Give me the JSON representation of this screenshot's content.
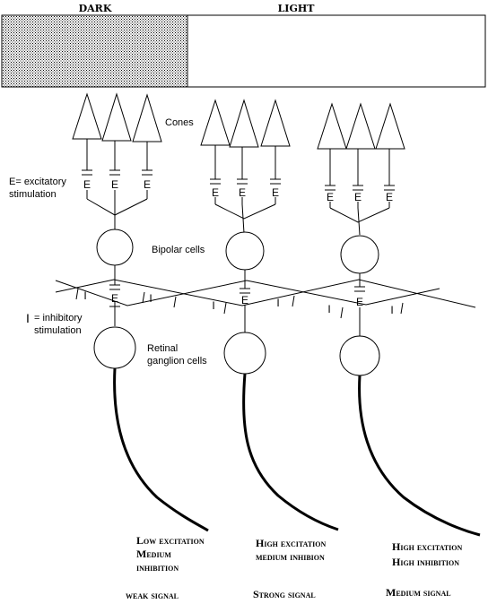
{
  "header": {
    "dark_label": "DARK",
    "light_label": "LIGHT"
  },
  "labels": {
    "cones": "Cones",
    "excitatory_line1": "E= excitatory",
    "excitatory_line2": "stimulation",
    "bipolar": "Bipolar cells",
    "inhibitory_symbol": "I",
    "inhibitory_line1": "= inhibitory",
    "inhibitory_line2": "stimulation",
    "ganglion_line1": "Retinal",
    "ganglion_line2": "ganglion cells",
    "synapse_e": "E",
    "synapse_i": "I"
  },
  "columns": [
    {
      "result_line1": "Low excitation",
      "result_line2": "Medium",
      "result_line3": "inhibition",
      "signal": "weak signal"
    },
    {
      "result_line1": "High excitation",
      "result_line2": "medium inhibion",
      "result_line3": "",
      "signal": "Strong signal"
    },
    {
      "result_line1": "High excitation",
      "result_line2": "High inhibition",
      "result_line3": "",
      "signal": "Medium signal"
    }
  ],
  "colors": {
    "ink": "#000000",
    "dark_fill": "#c8c8c8",
    "background": "#ffffff"
  }
}
